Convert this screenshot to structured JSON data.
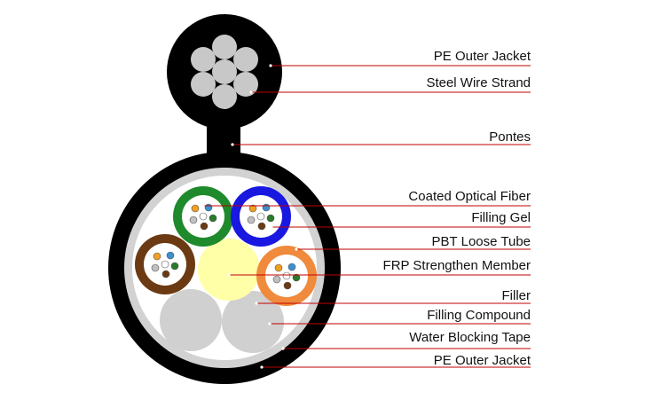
{
  "labels": [
    "PE Outer Jacket",
    "Steel Wire Strand",
    "Pontes",
    "Coated Optical Fiber",
    "Filling Gel",
    "PBT Loose Tube",
    "FRP Strengthen Member",
    "Filler",
    "Filling Compound",
    "Water Blocking Tape",
    "PE Outer Jacket"
  ],
  "colors": {
    "jacket": "#000000",
    "steel_wire": "#c8c8c8",
    "water_blocking_tape": "#d2d2d2",
    "filling_compound": "#ffffff",
    "frp": "#ffffa8",
    "filler": "#d0d0d0",
    "leader_line": "#c00000",
    "tube_green": "#1e8a2c",
    "tube_blue": "#1818e0",
    "tube_brown": "#6b3a12",
    "tube_orange": "#f08a3c"
  }
}
